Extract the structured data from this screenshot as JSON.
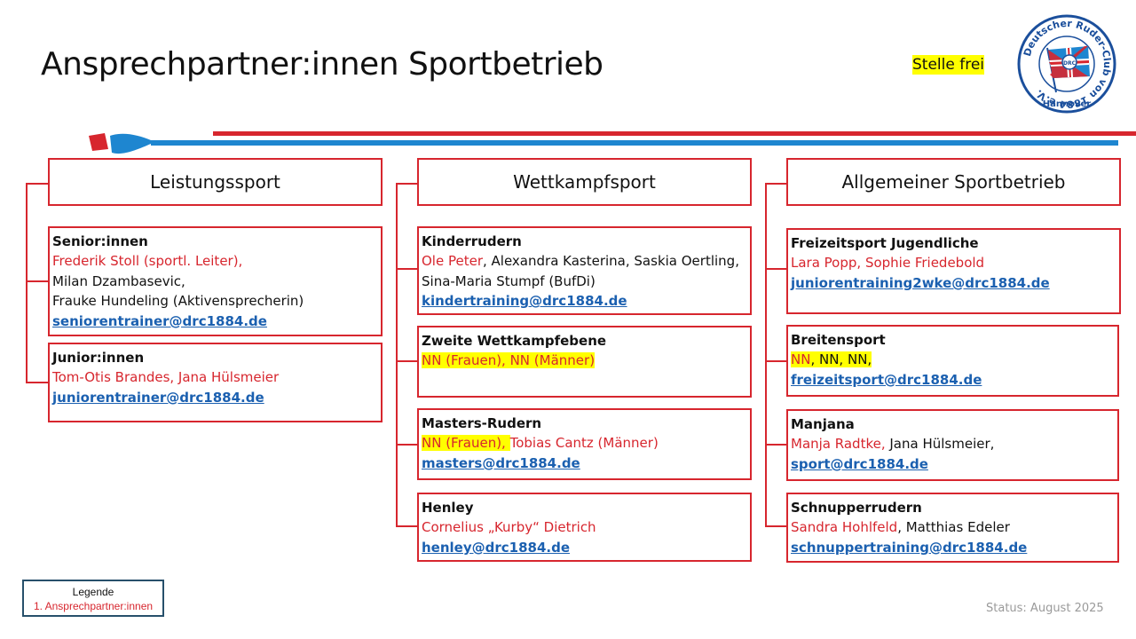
{
  "title": "Ansprechpartner:innen Sportbetrieb",
  "stelle_frei": "Stelle frei",
  "logo": {
    "ring_text": "Deutscher Ruder-Club von 1884 e.V.",
    "city": "Hannover",
    "flag_text": "DRC"
  },
  "columns": [
    {
      "header": "Leistungssport",
      "boxes": [
        {
          "heading": "Senior:innen",
          "lines": [
            [
              {
                "text": "Frederik Stoll (sportl. Leiter),",
                "style": "red"
              }
            ],
            [
              {
                "text": "Milan Dzambasevic,",
                "style": "black"
              }
            ],
            [
              {
                "text": "Frauke Hundeling (Aktivenspre­cherin)",
                "style": "black"
              }
            ]
          ],
          "email": "seniorentrainer@drc1884.de"
        },
        {
          "heading": "Junior:innen",
          "lines": [
            [
              {
                "text": "Tom-Otis Brandes, Jana Hülsmeier",
                "style": "red"
              }
            ]
          ],
          "email": "juniorentrainer@drc1884.de"
        }
      ]
    },
    {
      "header": "Wettkampfsport",
      "boxes": [
        {
          "heading": "Kinderrudern",
          "lines": [
            [
              {
                "text": "Ole Peter",
                "style": "red"
              },
              {
                "text": ", Alexandra Kasterina, Saskia Oertling,",
                "style": "black"
              }
            ],
            [
              {
                "text": "Sina-Maria Stumpf (BufDi)",
                "style": "black"
              }
            ]
          ],
          "email": "kindertraining@drc1884.de"
        },
        {
          "heading": "Zweite Wettkampfebene",
          "lines": [
            [
              {
                "text": "NN (Frauen), NN (Männer)",
                "style": "red hl"
              }
            ]
          ],
          "email": ""
        },
        {
          "heading": "Masters-Rudern",
          "lines": [
            [
              {
                "text": "NN (Frauen), ",
                "style": "red hl"
              },
              {
                "text": "Tobias Cantz (Männer)",
                "style": "red"
              }
            ]
          ],
          "email": "masters@drc1884.de"
        },
        {
          "heading": "Henley",
          "lines": [
            [
              {
                "text": "Cornelius „Kurby“ Dietrich",
                "style": "red"
              }
            ]
          ],
          "email": "henley@drc1884.de"
        }
      ]
    },
    {
      "header": "Allgemeiner Sportbetrieb",
      "boxes": [
        {
          "heading": "Freizeitsport Jugendliche",
          "lines": [
            [
              {
                "text": "Lara Popp, Sophie Friedebold",
                "style": "red"
              }
            ]
          ],
          "email": "juniorentraining2wke@drc1884.de"
        },
        {
          "heading": "Breitensport",
          "lines": [
            [
              {
                "text": "NN",
                "style": "red hl"
              },
              {
                "text": ", NN, NN,",
                "style": "black hl"
              }
            ]
          ],
          "email": "freizeitsport@drc1884.de"
        },
        {
          "heading": "Manjana",
          "lines": [
            [
              {
                "text": "Manja Radtke,",
                "style": "red"
              },
              {
                "text": " Jana Hülsmeier,",
                "style": "black"
              }
            ]
          ],
          "email": "sport@drc1884.de"
        },
        {
          "heading": "Schnupperrudern",
          "lines": [
            [
              {
                "text": "Sandra Hohlfeld",
                "style": "red"
              },
              {
                "text": ", Matthias Edeler",
                "style": "black"
              }
            ]
          ],
          "email": "schnuppertraining@drc1884.de"
        }
      ]
    }
  ],
  "legend": {
    "title": "Legende",
    "entry": "1. Ansprechpartner:innen"
  },
  "status": "Status: August 2025",
  "colors": {
    "accent_red": "#d7262e",
    "accent_blue": "#1e86d0",
    "link_blue": "#1b60b0",
    "highlight": "#ffff00"
  }
}
